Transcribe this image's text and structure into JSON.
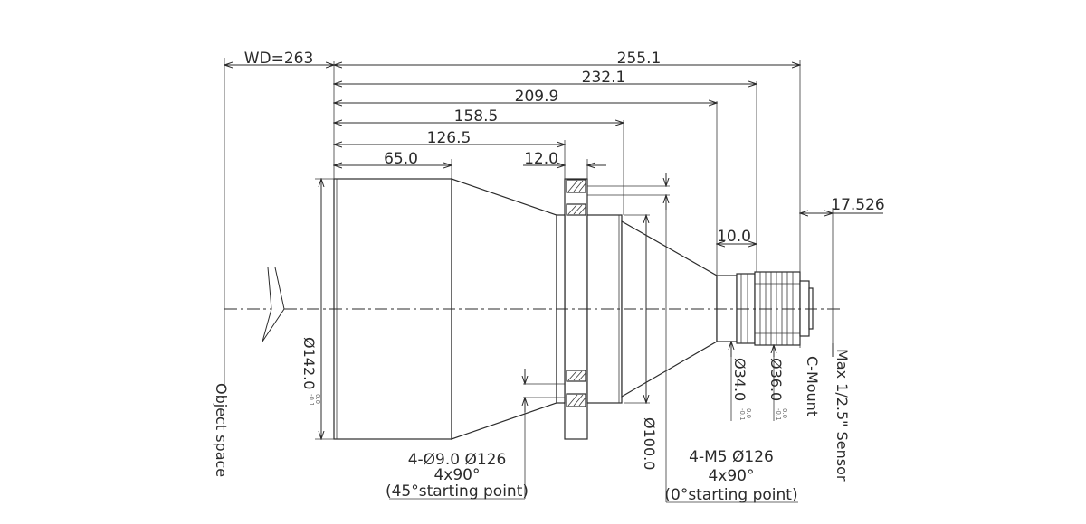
{
  "dimensions": {
    "wd": "WD=263",
    "total_length": "255.1",
    "length_2": "232.1",
    "length_3": "209.9",
    "length_4": "158.5",
    "length_5": "126.5",
    "front_length": "65.0",
    "flange_width": "12.0",
    "mount_length": "10.0",
    "flange_back": "17.526"
  },
  "diameters": {
    "front": "Ø142.0",
    "front_tol_upper": "0.0",
    "front_tol_lower": "-0.1",
    "rear_body": "Ø100.0",
    "mount_1": "Ø34.0",
    "mount_1_tol_upper": "0.0",
    "mount_1_tol_lower": "-0.1",
    "mount_2": "Ø36.0",
    "mount_2_tol_upper": "0.0",
    "mount_2_tol_lower": "-0.1"
  },
  "labels": {
    "object_space": "Object space",
    "c_mount": "C-Mount",
    "sensor": "Max 1/2.5\" Sensor"
  },
  "notes": {
    "flange_holes_line1": "4-Ø9.0 Ø126",
    "flange_holes_line2": "4x90°",
    "flange_holes_line3": "(45°starting point)",
    "thread_holes_line1": "4-M5  Ø126",
    "thread_holes_line2": "4x90°",
    "thread_holes_line3": "(0°starting point)"
  }
}
